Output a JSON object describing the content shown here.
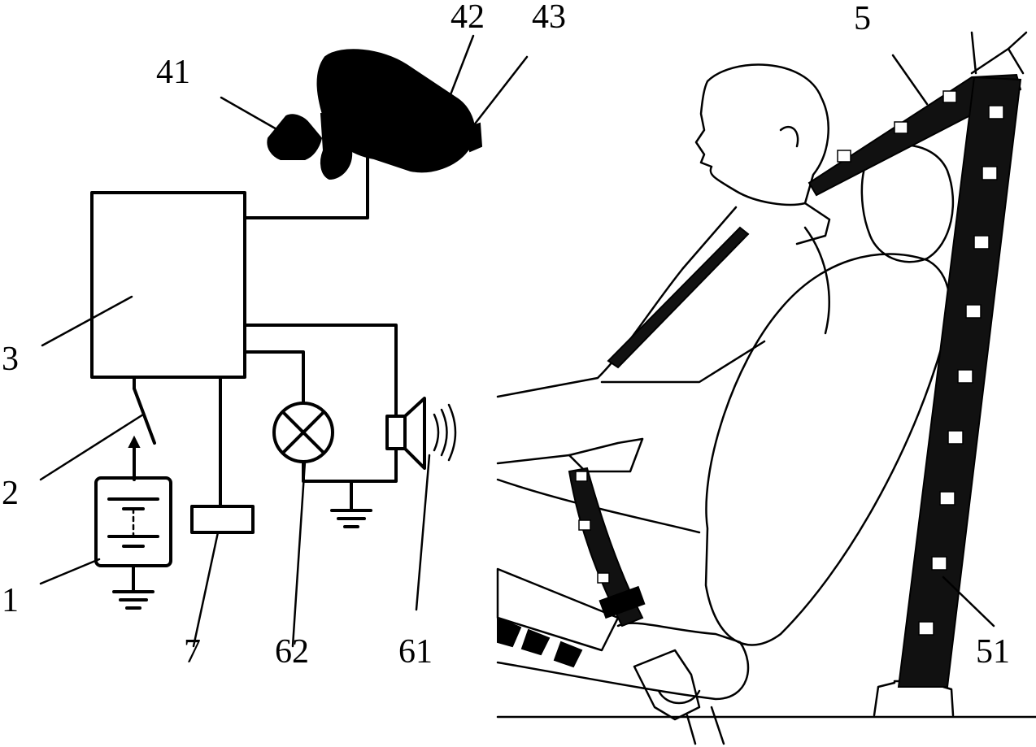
{
  "labels": {
    "power_source": "1",
    "switch": "2",
    "controller": "3",
    "camera_lens": "41",
    "camera_body": "42",
    "camera_hood": "43",
    "seat_belt": "5",
    "belt_marks": "51",
    "speaker": "61",
    "lamp": "62",
    "sensor": "7"
  },
  "colors": {
    "ink": "#000000",
    "paper": "#ffffff",
    "belt": "#111111"
  },
  "icons": {
    "camera": "camera-icon",
    "lamp": "lamp-icon",
    "speaker": "speaker-icon",
    "ground": "ground-icon",
    "battery": "battery-icon",
    "switch": "switch-icon"
  }
}
